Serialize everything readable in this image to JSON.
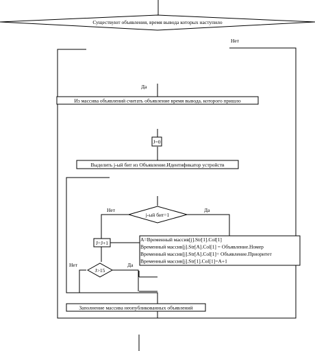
{
  "diagram": {
    "decision_ads_due": "Существуют объявления, время вывода которых наступило",
    "label_no_outer": "Нет",
    "label_yes_outer": "Да",
    "process_read_ad": "Из массива объявлений считать объявление время вывода, которого пришло",
    "process_j_init": "J=0",
    "process_extract_bit": "Выделить j-ый бит из Объявление.Идентификатор устройств",
    "decision_bit": "j-ый бит=1",
    "label_no_bit": "Нет",
    "label_yes_bit": "Да",
    "process_j_inc": "J=J+1",
    "decision_j_gt": "J>15",
    "label_no_j": "Нет",
    "label_yes_j": "Да",
    "process_assign": [
      "A=Временный массив[j].Str[1].Col[1]",
      "Временный массив[j].Str[A].Col[1] = Объявление.Номер",
      "Временный массив[j].Str[A].Col[1]= Объявление.Приоритет",
      "Временный массив[j].Str[1].Col[1]=A+1"
    ],
    "process_fill": "Заполнение массива неопубликованных объявлений"
  }
}
